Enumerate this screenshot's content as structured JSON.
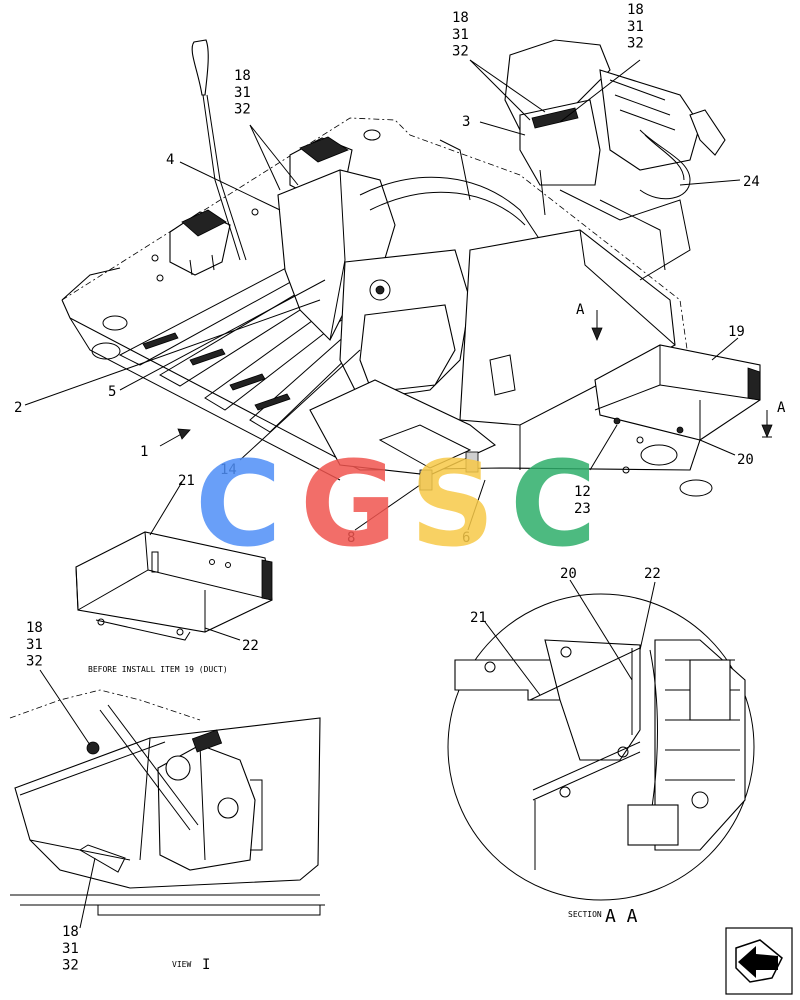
{
  "callouts": {
    "c_18_31_32_top_center": "18\n31\n32",
    "c_18_31_32_top_right_a": "18\n31\n32",
    "c_18_31_32_top_right_b": "18\n31\n32",
    "c_18_31_32_left": "18\n31\n32",
    "c_18_31_32_bottom": "18\n31\n32",
    "c_3": "3",
    "c_4": "4",
    "c_24": "24",
    "c_2": "2",
    "c_5": "5",
    "c_1": "1",
    "c_14": "14",
    "c_8": "8",
    "c_6": "6",
    "c_12_23": "12\n23",
    "c_19": "19",
    "c_20_top": "20",
    "c_20_section": "20",
    "c_21_top": "21",
    "c_21_section": "21",
    "c_22_duct": "22",
    "c_22_section": "22",
    "c_A_left": "A",
    "c_A_right": "A"
  },
  "captions": {
    "before_install": "BEFORE INSTALL ITEM 19 (DUCT)",
    "section_prefix": "SECTION",
    "section_letters": "A A",
    "view_prefix": "VIEW",
    "view_letter": "I"
  },
  "watermark": {
    "letters": [
      "C",
      "G",
      "S",
      "C"
    ],
    "colors": [
      "#4f8ff7",
      "#f0554f",
      "#f7c948",
      "#2fae6b"
    ]
  }
}
